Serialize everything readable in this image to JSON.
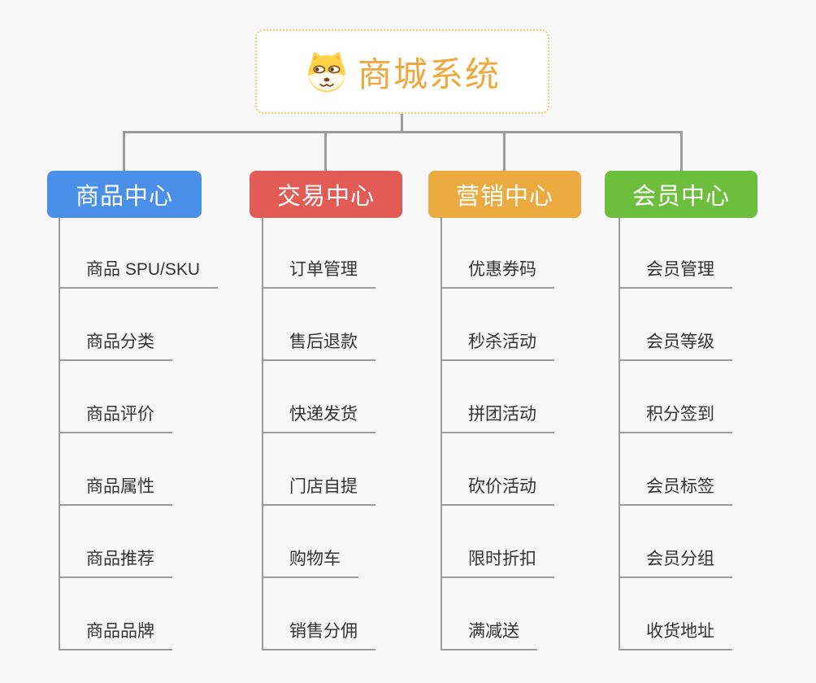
{
  "background_color": "#F8F8F8",
  "connector_color": "#9B9B9B",
  "root": {
    "title": "商城系统",
    "icon": "shiba-dog-icon",
    "title_color": "#EFA83E",
    "border_color": "#F3C878"
  },
  "item_text_color": "#333333",
  "branches": [
    {
      "label": "商品中心",
      "color": "#4A90E8",
      "items": [
        "商品 SPU/SKU",
        "商品分类",
        "商品评价",
        "商品属性",
        "商品推荐",
        "商品品牌"
      ]
    },
    {
      "label": "交易中心",
      "color": "#E25B55",
      "items": [
        "订单管理",
        "售后退款",
        "快递发货",
        "门店自提",
        "购物车",
        "销售分佣"
      ]
    },
    {
      "label": "营销中心",
      "color": "#EBAB40",
      "items": [
        "优惠券码",
        "秒杀活动",
        "拼团活动",
        "砍价活动",
        "限时折扣",
        "满减送"
      ]
    },
    {
      "label": "会员中心",
      "color": "#6CBE3C",
      "items": [
        "会员管理",
        "会员等级",
        "积分签到",
        "会员标签",
        "会员分组",
        "收货地址"
      ]
    }
  ]
}
